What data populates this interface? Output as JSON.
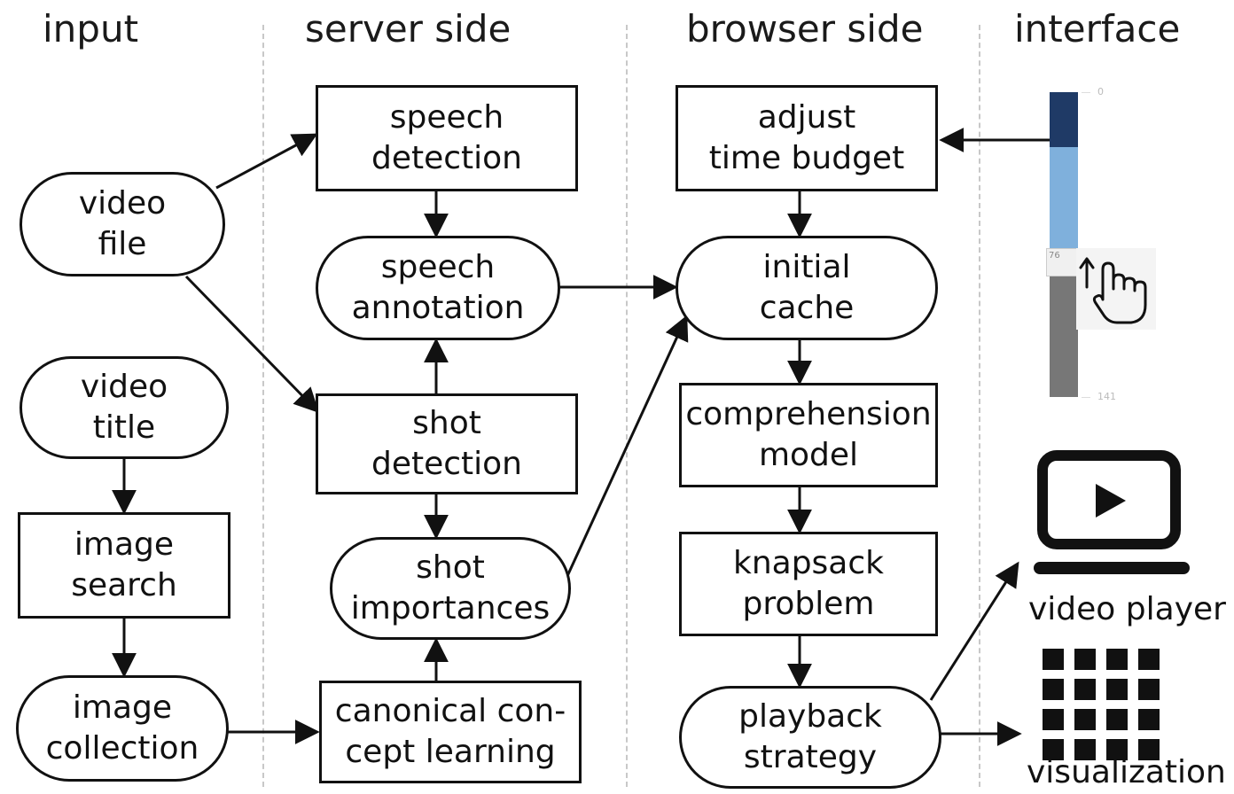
{
  "headers": {
    "input": "input",
    "server": "server side",
    "browser": "browser side",
    "interface": "interface"
  },
  "nodes": {
    "video_file": "video\nfile",
    "video_title": "video\ntitle",
    "image_search": "image\nsearch",
    "image_collection": "image\ncollection",
    "speech_detection": "speech\ndetection",
    "speech_annotation": "speech\nannotation",
    "shot_detection": "shot\ndetection",
    "shot_importances": "shot\nimportances",
    "canonical": "canonical con-\ncept learning",
    "adjust_budget": "adjust\ntime budget",
    "initial_cache": "initial\ncache",
    "comprehension": "comprehension\nmodel",
    "knapsack": "knapsack\nproblem",
    "playback": "playback\nstrategy"
  },
  "interface": {
    "slider_top_label": "0",
    "slider_bottom_label": "141",
    "slider_thumb_value": "76",
    "video_player_label": "video player",
    "visualization_label": "visualization",
    "icons": [
      "timeline-slider",
      "pointing-hand-icon",
      "video-player-icon",
      "grid-visualization-icon"
    ]
  },
  "colors": {
    "slider_dark": "#1f3a66",
    "slider_light": "#7fb0dc",
    "slider_gray": "#777777"
  }
}
